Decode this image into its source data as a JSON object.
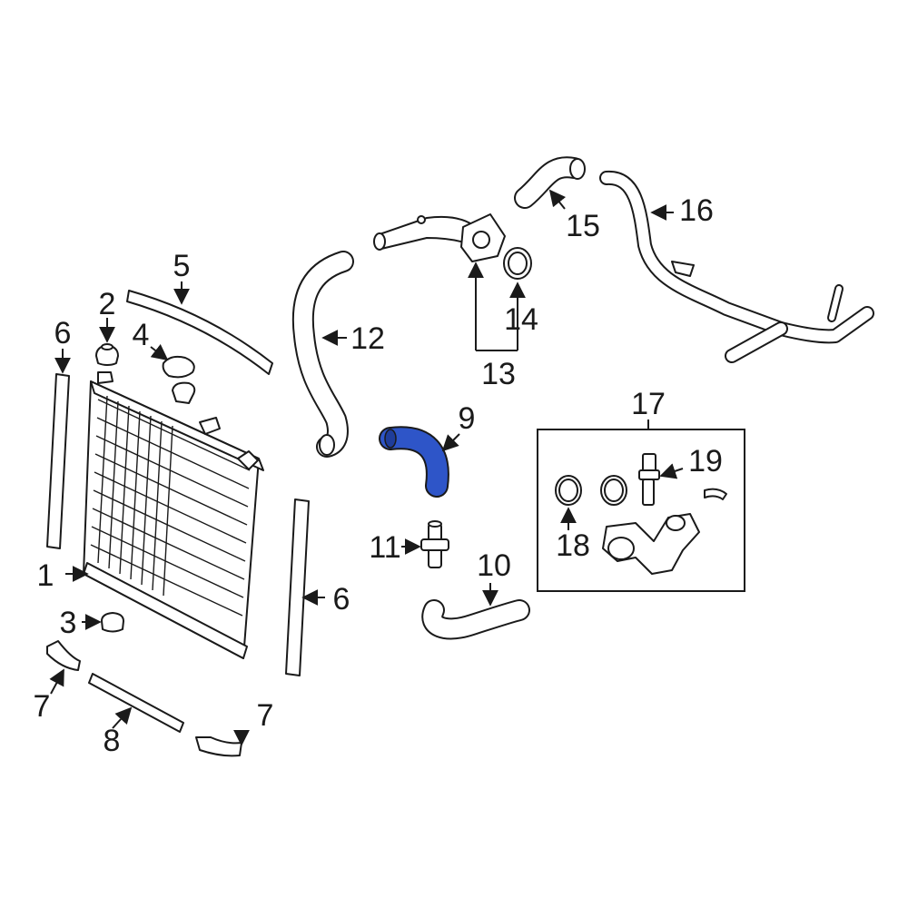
{
  "callouts": {
    "c1": "1",
    "c2": "2",
    "c3": "3",
    "c4": "4",
    "c5": "5",
    "c6a": "6",
    "c6b": "6",
    "c7a": "7",
    "c7b": "7",
    "c8": "8",
    "c9": "9",
    "c10": "10",
    "c11": "11",
    "c12": "12",
    "c13": "13",
    "c14": "14",
    "c15": "15",
    "c16": "16",
    "c17": "17",
    "c18": "18",
    "c19": "19"
  },
  "colors": {
    "highlight": "#2e55c8",
    "ink": "#1a1a1a",
    "background": "#ffffff"
  }
}
